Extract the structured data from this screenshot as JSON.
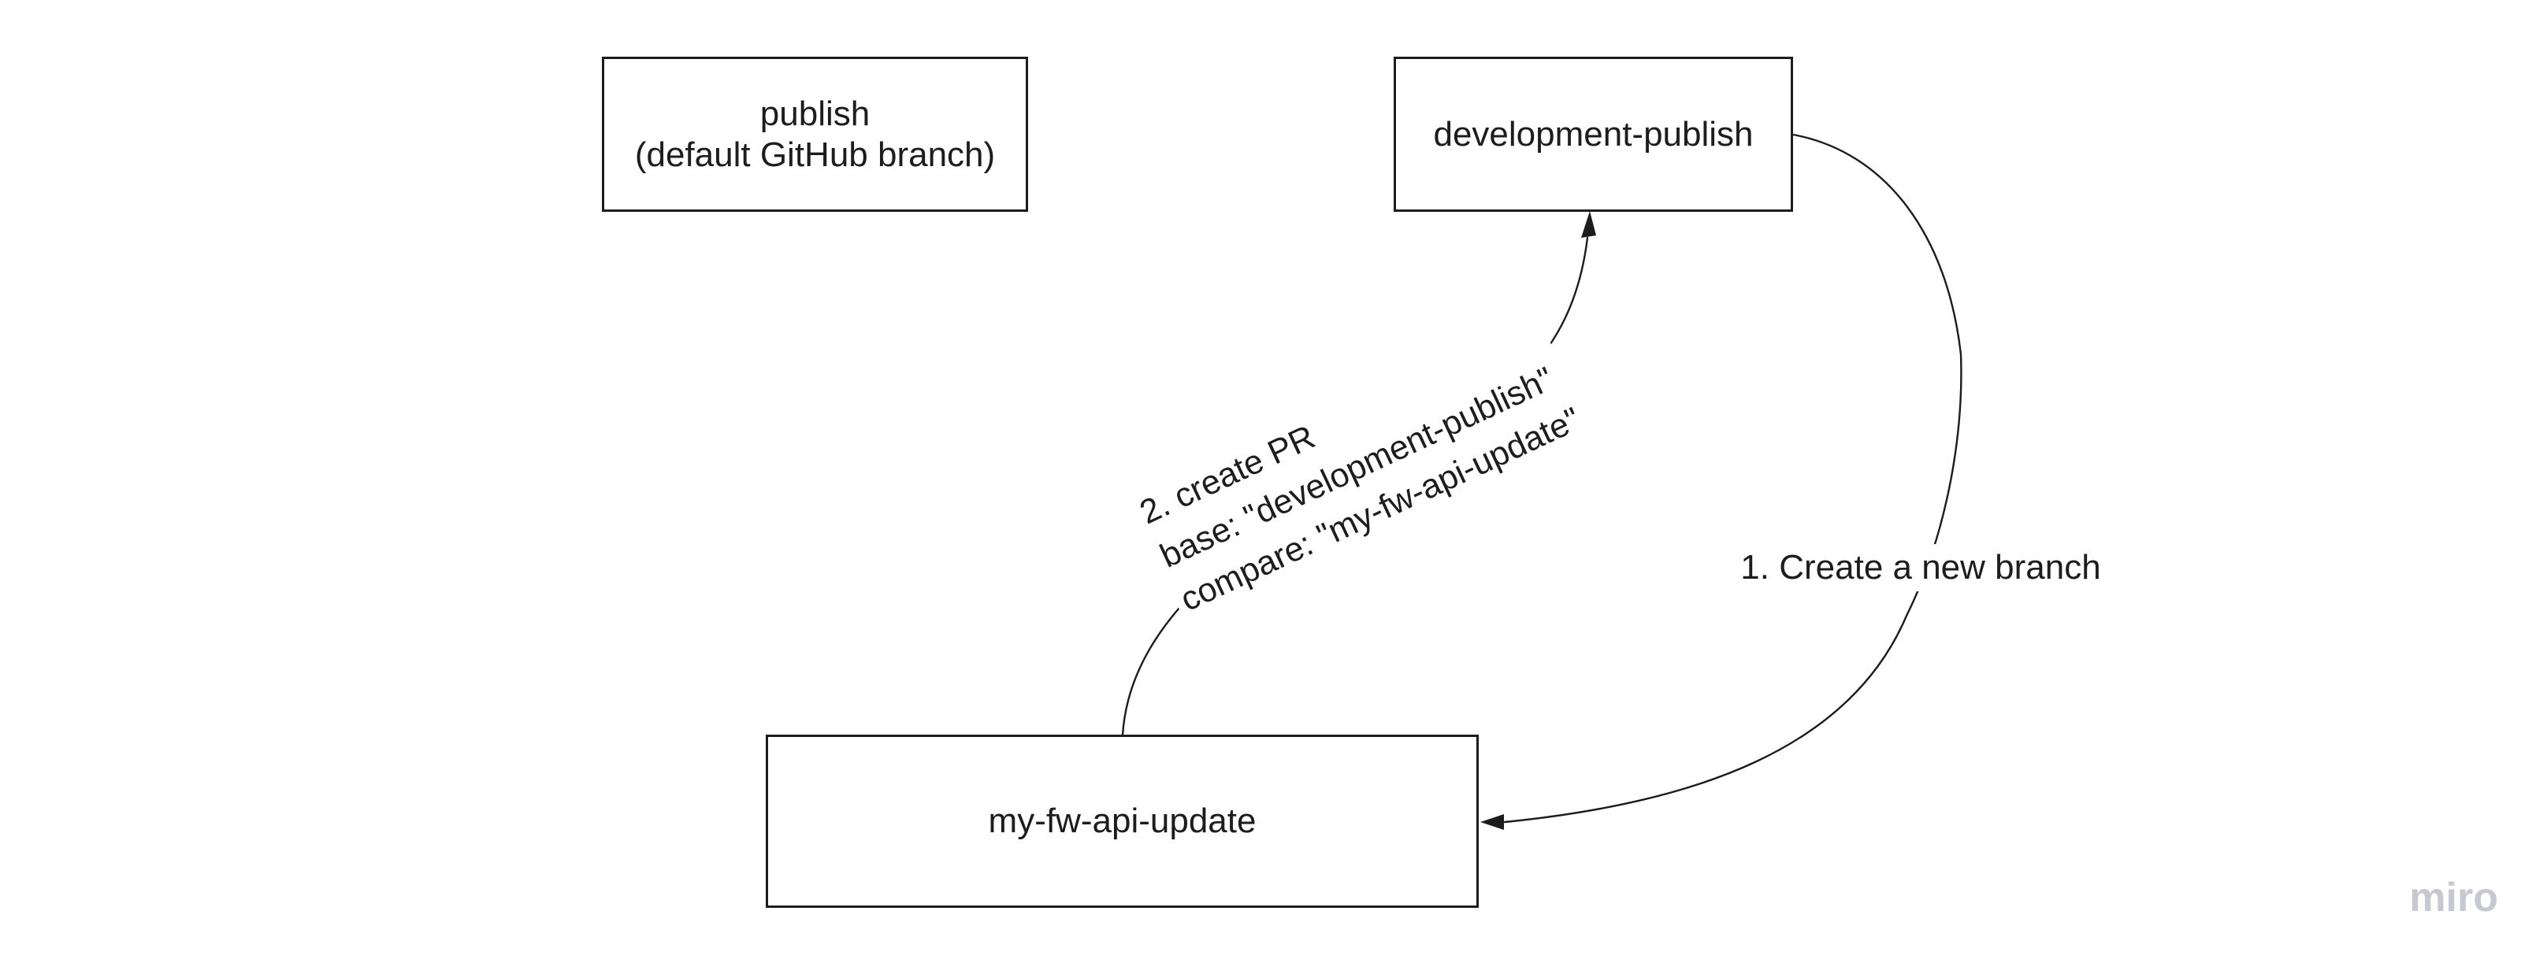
{
  "board": {
    "background": "#ffffff",
    "stroke_color": "#1c1c1c",
    "text_color": "#1d1d1d"
  },
  "nodes": {
    "publish": {
      "lines": [
        "publish",
        "(default GitHub branch)"
      ]
    },
    "development_publish": {
      "label": "development-publish"
    },
    "my_fw_api_update": {
      "label": "my-fw-api-update"
    }
  },
  "connectors": {
    "create_branch": {
      "label": "1. Create a new branch",
      "from": "development-publish",
      "to": "my-fw-api-update"
    },
    "create_pr": {
      "lines": [
        "2. create PR",
        "base: \"development-publish\"",
        "compare: \"my-fw-api-update\""
      ],
      "from": "my-fw-api-update",
      "to": "development-publish"
    }
  },
  "watermark": {
    "text": "miro",
    "color": "#c8c8d2"
  }
}
